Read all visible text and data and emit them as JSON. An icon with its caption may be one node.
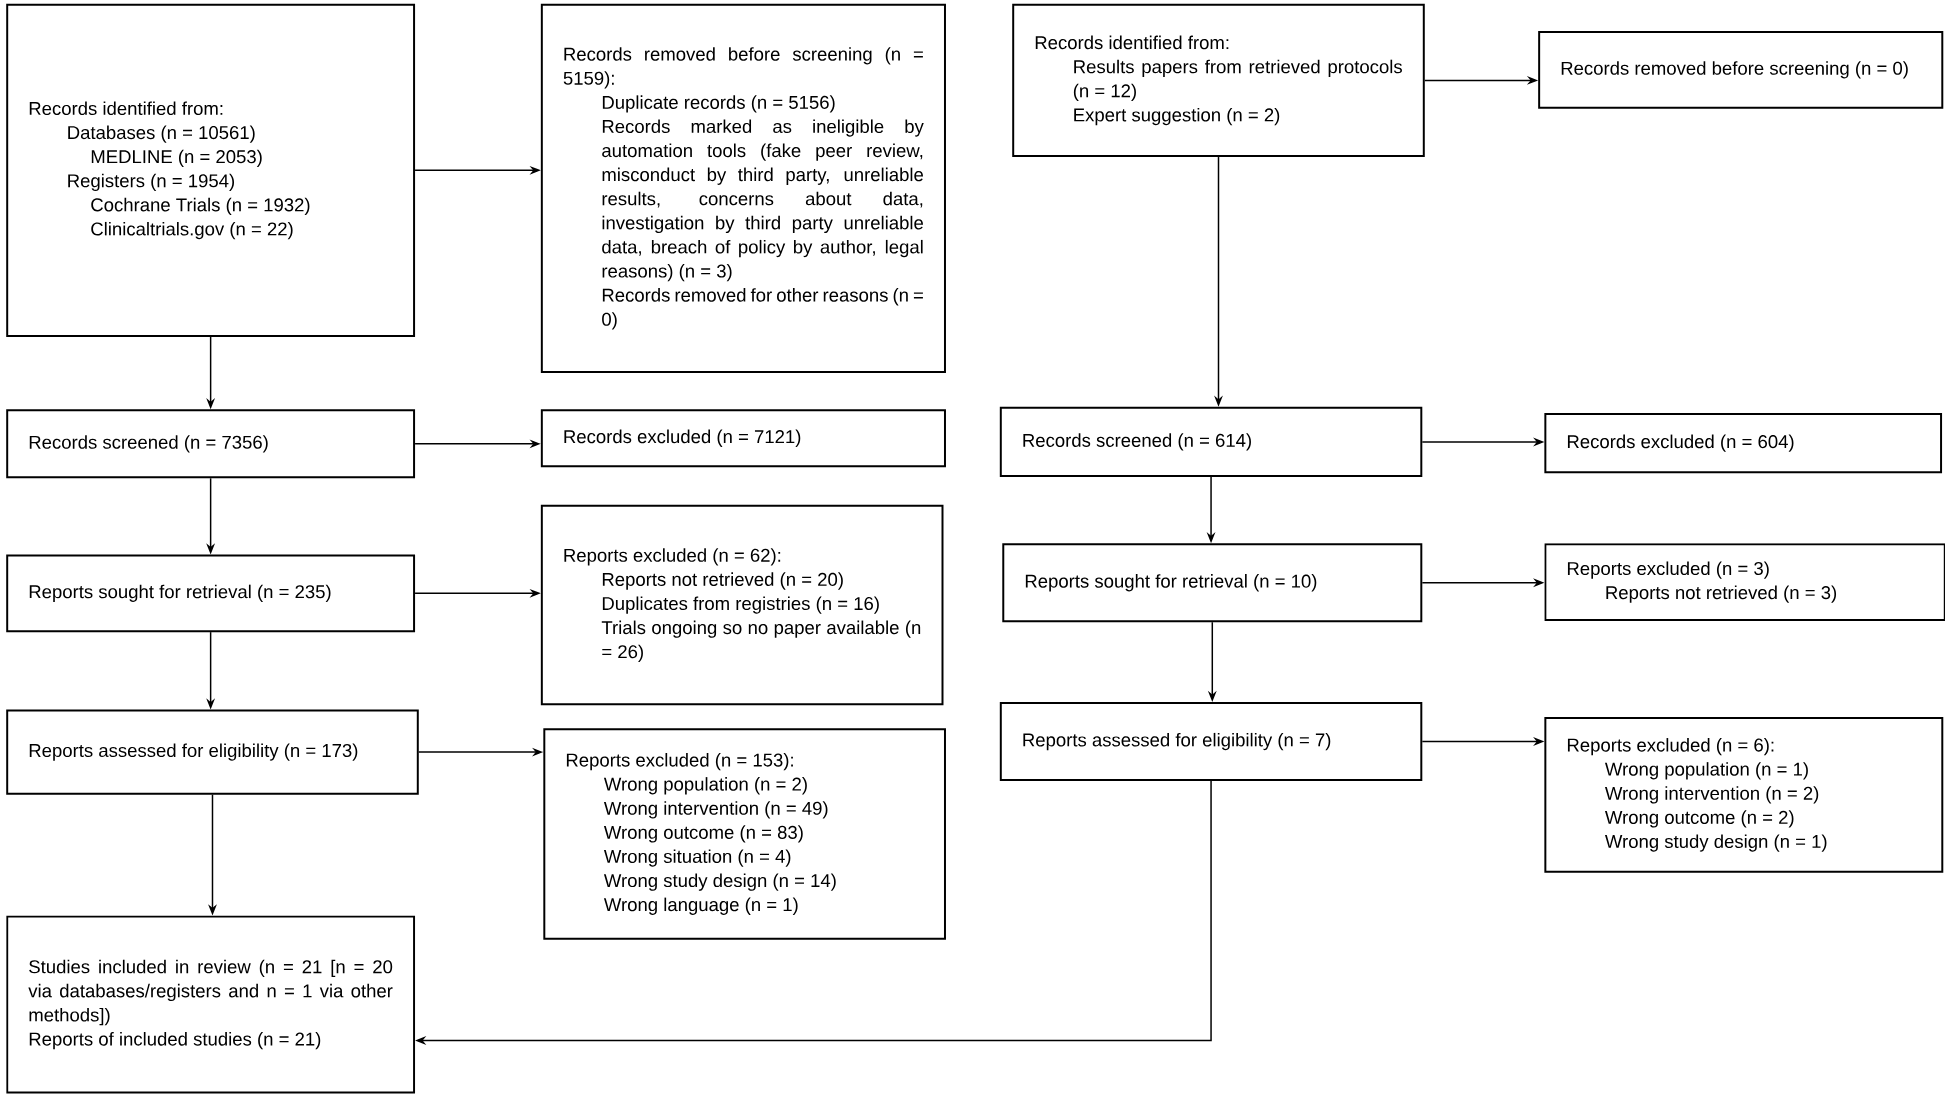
{
  "diagram": {
    "nodes": [
      {
        "text": [
          "Records identified from:",
          "Databases (n = 10561)",
          "MEDLINE (n = 2053)",
          "Registers (n = 1954)",
          "Cochrane Trials (n = 1932)",
          "Clinicaltrials.gov (n = 22)"
        ]
      },
      {
        "text": [
          "Records removed before screening (n = 5159):",
          "Duplicate records (n = 5156)",
          "Records marked as ineligible by automation tools (fake peer review, misconduct by third party, unreliable results, concerns about data, investigation by third party unreliable data, breach of policy by author, legal reasons) (n = 3)",
          "Records removed for other reasons (n = 0)"
        ]
      },
      {
        "text": [
          "Records identified from:",
          "Results papers from retrieved protocols (n = 12)",
          "Expert suggestion (n = 2)"
        ]
      },
      {
        "text": [
          "Records removed before screening (n = 0)"
        ]
      },
      {
        "text": [
          "Records screened (n = 7356)"
        ]
      },
      {
        "text": [
          "Records excluded (n = 7121)"
        ]
      },
      {
        "text": [
          "Records screened (n = 614)"
        ]
      },
      {
        "text": [
          "Records excluded (n = 604)"
        ]
      },
      {
        "text": [
          "Reports sought for retrieval (n = 235)"
        ]
      },
      {
        "text": [
          "Reports excluded (n = 62):",
          "Reports not retrieved (n = 20)",
          "Duplicates from registries (n = 16)",
          "Trials ongoing so no paper available (n = 26)"
        ]
      },
      {
        "text": [
          "Reports sought for retrieval (n = 10)"
        ]
      },
      {
        "text": [
          "Reports excluded (n = 3)",
          "Reports not retrieved (n = 3)"
        ]
      },
      {
        "text": [
          "Reports assessed for eligibility (n = 173)"
        ]
      },
      {
        "text": [
          "Reports excluded (n = 153):",
          "Wrong population (n = 2)",
          "Wrong intervention (n = 49)",
          "Wrong outcome (n = 83)",
          "Wrong situation (n = 4)",
          "Wrong study design (n = 14)",
          "Wrong language (n = 1)"
        ]
      },
      {
        "text": [
          "Reports assessed for eligibility (n = 7)"
        ]
      },
      {
        "text": [
          "Reports excluded (n = 6):",
          "Wrong population (n = 1)",
          "Wrong intervention (n = 2)",
          "Wrong outcome (n = 2)",
          "Wrong study design (n = 1)"
        ]
      },
      {
        "text": [
          "Studies included in review (n = 21 [n = 20 via databases/registers and n = 1 via other methods])",
          "Reports of included studies (n = 21)"
        ]
      }
    ],
    "edges": [
      {
        "from": 0,
        "to": 1,
        "arrow": "to"
      },
      {
        "from": 0,
        "to": 4,
        "arrow": "to"
      },
      {
        "from": 4,
        "to": 5,
        "arrow": "to"
      },
      {
        "from": 4,
        "to": 8,
        "arrow": "to"
      },
      {
        "from": 8,
        "to": 9,
        "arrow": "to"
      },
      {
        "from": 8,
        "to": 12,
        "arrow": "to"
      },
      {
        "from": 12,
        "to": 13,
        "arrow": "to"
      },
      {
        "from": 12,
        "to": 16,
        "arrow": "to"
      },
      {
        "from": 2,
        "to": 3,
        "arrow": "to"
      },
      {
        "from": 2,
        "to": 6,
        "arrow": "to"
      },
      {
        "from": 6,
        "to": 7,
        "arrow": "to"
      },
      {
        "from": 6,
        "to": 10,
        "arrow": "to"
      },
      {
        "from": 10,
        "to": 11,
        "arrow": "to"
      },
      {
        "from": 10,
        "to": 14,
        "arrow": "to"
      },
      {
        "from": 14,
        "to": 15,
        "arrow": "to"
      },
      {
        "from": 14,
        "to": 16,
        "arrow": "to"
      }
    ]
  }
}
